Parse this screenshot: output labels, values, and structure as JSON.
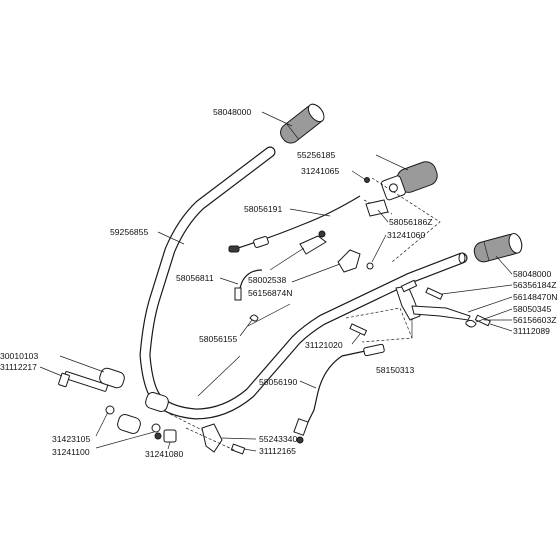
{
  "labels": {
    "p58048000_top": "58048000",
    "p55256185": "55256185",
    "p31241065": "31241065",
    "p58056191": "58056191",
    "p58056186z": "58056186Z",
    "p59256855": "59256855",
    "p31241060": "31241060",
    "p58048000_right": "58048000",
    "p58056811": "58056811",
    "p58002538": "58002538",
    "p56156874n": "56156874N",
    "p56356184z": "56356184Z",
    "p56148470n": "56148470N",
    "p58050345": "58050345",
    "p56156603z": "56156603Z",
    "p31112089": "31112089",
    "p58056155": "58056155",
    "p31121020": "31121020",
    "p58150313": "58150313",
    "p30010103": "30010103",
    "p31112217": "31112217",
    "p58056190": "58056190",
    "p31423105": "31423105",
    "p31241100": "31241100",
    "p31241080": "31241080",
    "p55243340": "55243340",
    "p31112165": "31112165"
  },
  "colors": {
    "line": "#1a1a1a",
    "text": "#111111",
    "grip_shade": "#9a9a9a",
    "background": "#ffffff"
  }
}
